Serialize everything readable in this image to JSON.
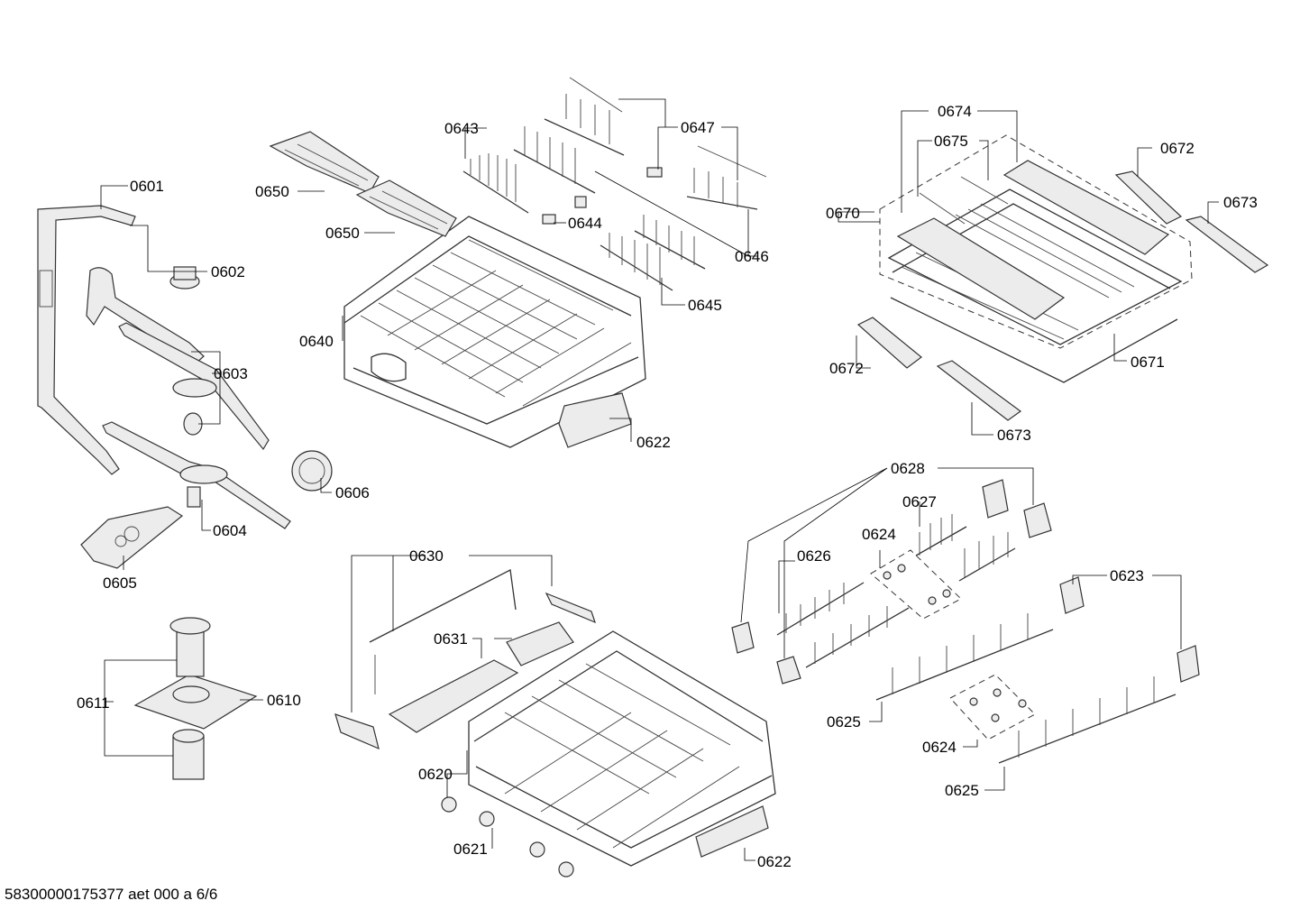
{
  "document": {
    "code": "58300000175377 aet 000 a 6/6"
  },
  "parts": {
    "p0601": "0601",
    "p0602": "0602",
    "p0603": "0603",
    "p0604": "0604",
    "p0605": "0605",
    "p0606": "0606",
    "p0610": "0610",
    "p0611": "0611",
    "p0620": "0620",
    "p0621": "0621",
    "p0622a": "0622",
    "p0622b": "0622",
    "p0623": "0623",
    "p0624a": "0624",
    "p0624b": "0624",
    "p0625a": "0625",
    "p0625b": "0625",
    "p0626": "0626",
    "p0627": "0627",
    "p0628": "0628",
    "p0630": "0630",
    "p0631": "0631",
    "p0640": "0640",
    "p0643": "0643",
    "p0644": "0644",
    "p0645": "0645",
    "p0646": "0646",
    "p0647": "0647",
    "p0650a": "0650",
    "p0650b": "0650",
    "p0670": "0670",
    "p0671": "0671",
    "p0672a": "0672",
    "p0672b": "0672",
    "p0673a": "0673",
    "p0673b": "0673",
    "p0674": "0674",
    "p0675": "0675"
  }
}
